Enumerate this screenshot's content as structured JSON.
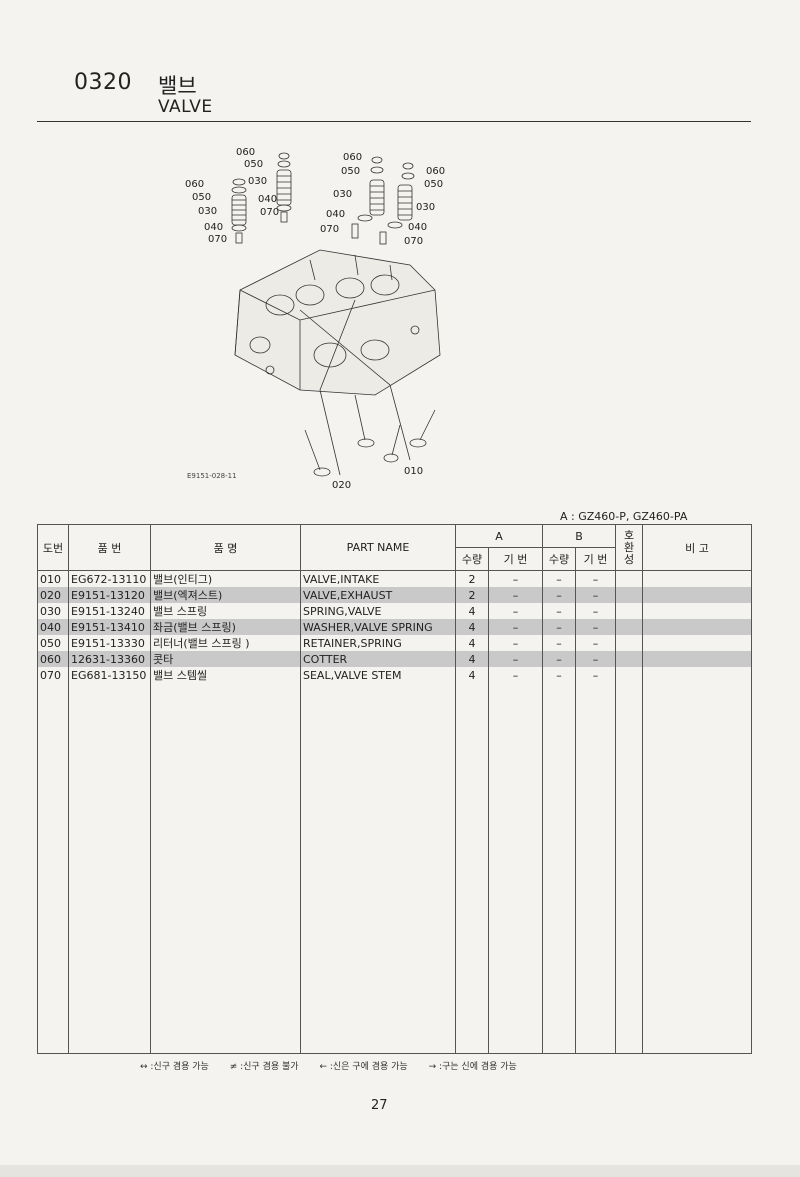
{
  "section": {
    "code": "0320",
    "title_ko": "밸브",
    "title_en": "VALVE"
  },
  "diagram": {
    "ref": "E9151-028-11",
    "labels": {
      "left": [
        "060",
        "050",
        "060",
        "050",
        "030",
        "040",
        "070"
      ],
      "middle": [
        "060",
        "050",
        "030",
        "040",
        "070"
      ],
      "center_col": [
        "030",
        "040",
        "070"
      ],
      "right": [
        "060",
        "050",
        "030",
        "040",
        "070"
      ],
      "top_left_030": "030",
      "bottom": [
        "010",
        "020"
      ]
    }
  },
  "model_note": "A : GZ460-P,  GZ460-PA",
  "table": {
    "headers": {
      "ref": "도번",
      "part_no": "품  번",
      "name_ko": "품      명",
      "part_name": "PART  NAME",
      "a": "A",
      "b": "B",
      "compat": "호\n환\n성",
      "remarks": "비  고",
      "qty": "수량",
      "base": "기 번"
    },
    "rows": [
      {
        "ref": "010",
        "part_no": "EG672-13110",
        "name_ko": "밸브(인티그)",
        "part_name": "VALVE,INTAKE",
        "qty_a": "2",
        "base_a": "–",
        "qty_b": "–",
        "base_b": "–",
        "shaded": false
      },
      {
        "ref": "020",
        "part_no": "E9151-13120",
        "name_ko": "밸브(엑져스트)",
        "part_name": "VALVE,EXHAUST",
        "qty_a": "2",
        "base_a": "–",
        "qty_b": "–",
        "base_b": "–",
        "shaded": true
      },
      {
        "ref": "030",
        "part_no": "E9151-13240",
        "name_ko": "밸브 스프링",
        "part_name": "SPRING,VALVE",
        "qty_a": "4",
        "base_a": "–",
        "qty_b": "–",
        "base_b": "–",
        "shaded": false
      },
      {
        "ref": "040",
        "part_no": "E9151-13410",
        "name_ko": "좌금(밸브 스프링)",
        "part_name": "WASHER,VALVE SPRING",
        "qty_a": "4",
        "base_a": "–",
        "qty_b": "–",
        "base_b": "–",
        "shaded": true
      },
      {
        "ref": "050",
        "part_no": "E9151-13330",
        "name_ko": "리터너(밸브 스프링 )",
        "part_name": "RETAINER,SPRING",
        "qty_a": "4",
        "base_a": "–",
        "qty_b": "–",
        "base_b": "–",
        "shaded": false
      },
      {
        "ref": "060",
        "part_no": "12631-13360",
        "name_ko": "콧타",
        "part_name": "COTTER",
        "qty_a": "4",
        "base_a": "–",
        "qty_b": "–",
        "base_b": "–",
        "shaded": true
      },
      {
        "ref": "070",
        "part_no": "EG681-13150",
        "name_ko": "밸브 스템씰",
        "part_name": "SEAL,VALVE STEM",
        "qty_a": "4",
        "base_a": "–",
        "qty_b": "–",
        "base_b": "–",
        "shaded": false
      }
    ]
  },
  "legend": [
    "↔ :신구 겸용 가능",
    "≠ :신구 겸용 불가",
    "← :신은 구에 겸용 가능",
    "→ :구는 신에 겸용 가능"
  ],
  "page_number": "27"
}
